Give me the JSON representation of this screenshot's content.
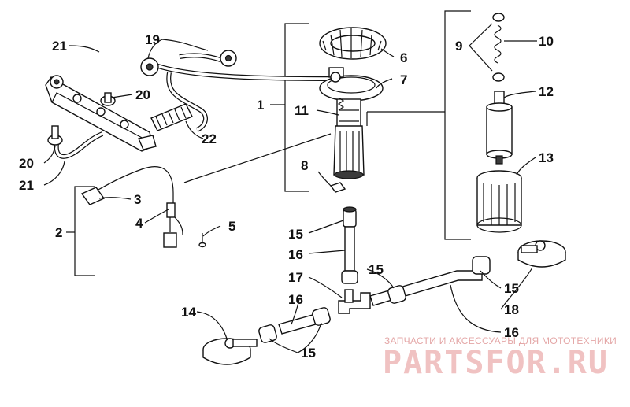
{
  "diagram": {
    "callouts": {
      "c1": "1",
      "c2": "2",
      "c3": "3",
      "c4": "4",
      "c5": "5",
      "c6": "6",
      "c7": "7",
      "c8": "8",
      "c9": "9",
      "c10": "10",
      "c11": "11",
      "c12": "12",
      "c13": "13",
      "c14": "14",
      "c15a": "15",
      "c15b": "15",
      "c15c": "15",
      "c15d": "15",
      "c16a": "16",
      "c16b": "16",
      "c16c": "16",
      "c17": "17",
      "c18": "18",
      "c19": "19",
      "c20a": "20",
      "c20b": "20",
      "c21a": "21",
      "c21b": "21",
      "c22": "22"
    }
  },
  "watermark": {
    "tagline": "ЗАПЧАСТИ И АКСЕССУАРЫ ДЛЯ МОТОТЕХНИКИ",
    "brand": "PARTSFOR.RU"
  }
}
